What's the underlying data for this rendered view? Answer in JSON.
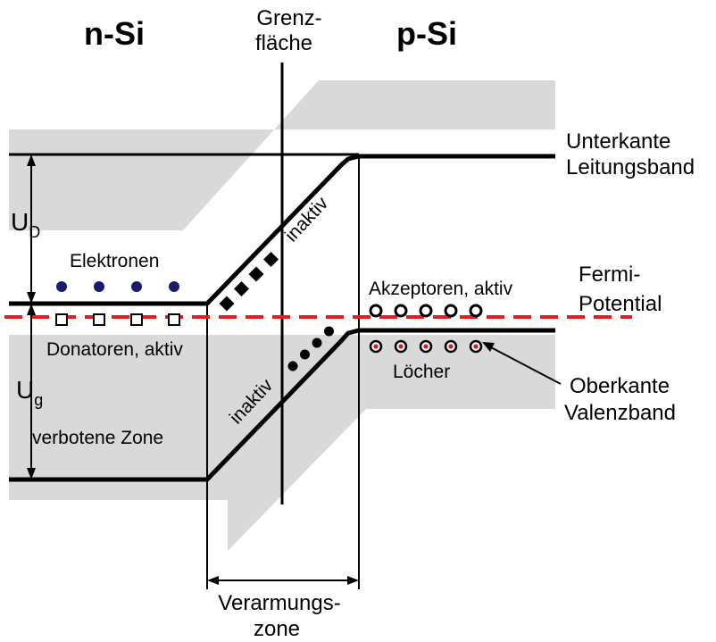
{
  "labels": {
    "n_si": "n-Si",
    "p_si": "p-Si",
    "grenz_line1": "Grenz-",
    "grenz_line2": "fläche",
    "unterkante_line1": "Unterkante",
    "unterkante_line2": "Leitungsband",
    "fermi_line1": "Fermi-",
    "fermi_line2": "Potential",
    "oberkante_line1": "Oberkante",
    "oberkante_line2": "Valenzband",
    "u_d_main": "U",
    "u_d_sub": "D",
    "u_g_main": "U",
    "u_g_sub": "g",
    "elektronen": "Elektronen",
    "donatoren": "Donatoren, aktiv",
    "verbotene_zone": "verbotene Zone",
    "akzeptoren": "Akzeptoren, aktiv",
    "loecher": "Löcher",
    "inaktiv_top": "inaktiv",
    "inaktiv_bottom": "inaktiv",
    "verarmung_line1": "Verarmungs-",
    "verarmung_line2": "zone"
  },
  "colors": {
    "band_line": "#000000",
    "shade": "#d9d9d9",
    "fermi": "#e02020",
    "electron": "#1a1a6e",
    "hole_dot": "#cc1f1f"
  },
  "counts": {
    "electrons": 4,
    "donors": 4,
    "acceptors": 5,
    "holes": 5,
    "inactive_donors": 4,
    "inactive_acceptors": 4
  }
}
